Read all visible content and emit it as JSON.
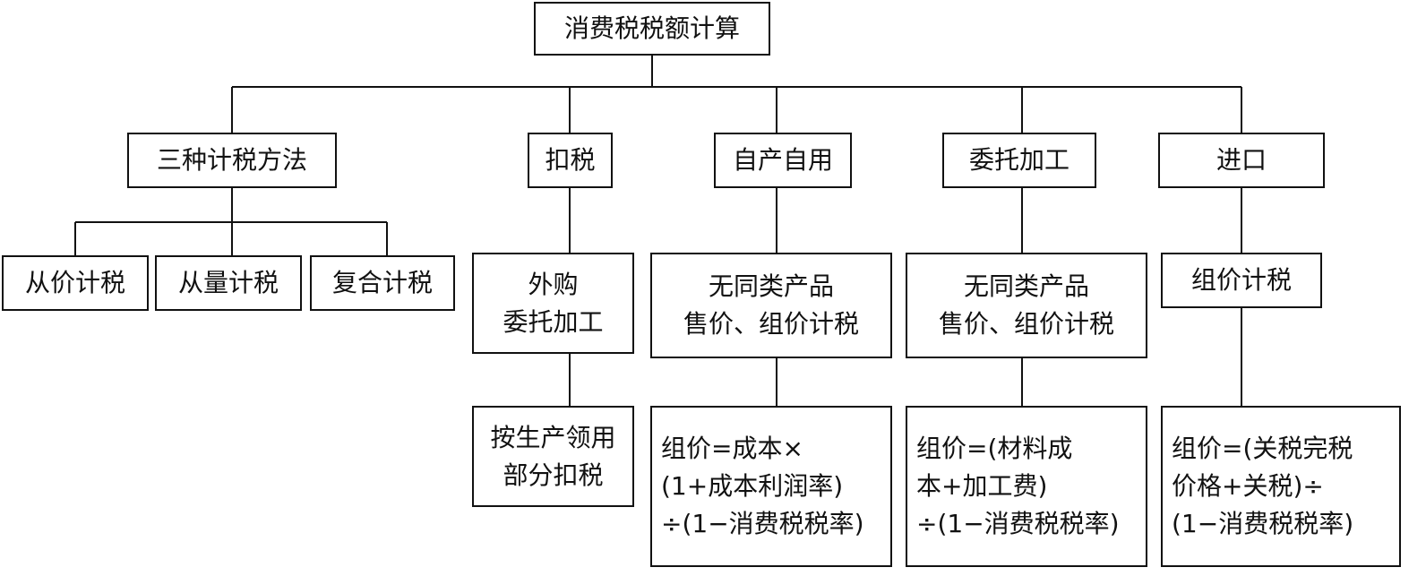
{
  "root": {
    "label": "消费税税额计算"
  },
  "categories": [
    {
      "label": "三种计税方法"
    },
    {
      "label": "扣税"
    },
    {
      "label": "自产自用"
    },
    {
      "label": "委托加工"
    },
    {
      "label": "进口"
    }
  ],
  "methods": [
    {
      "label": "从价计税"
    },
    {
      "label": "从量计税"
    },
    {
      "label": "复合计税"
    }
  ],
  "deduct": {
    "sources": {
      "lines": [
        "外购",
        "委托加工"
      ]
    },
    "rule": {
      "lines": [
        "按生产领用",
        "部分扣税"
      ]
    }
  },
  "self_use": {
    "condition": {
      "lines": [
        "无同类产品",
        "售价、组价计税"
      ]
    },
    "formula": {
      "lines": [
        "组价=成本×",
        "(1+成本利润率)",
        "÷(1−消费税税率)"
      ]
    }
  },
  "processing": {
    "condition": {
      "lines": [
        "无同类产品",
        "售价、组价计税"
      ]
    },
    "formula": {
      "lines": [
        "组价=(材料成",
        "本+加工费)",
        "÷(1−消费税税率)"
      ]
    }
  },
  "import": {
    "condition": {
      "lines": [
        "组价计税"
      ]
    },
    "formula": {
      "lines": [
        "组价=(关税完税",
        "价格+关税)÷",
        "(1−消费税税率)"
      ]
    }
  }
}
